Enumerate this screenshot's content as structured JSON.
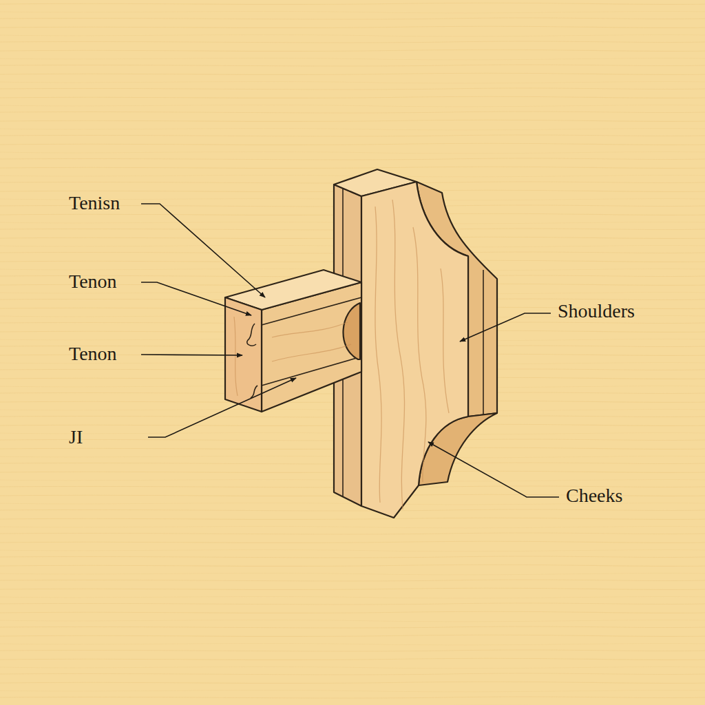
{
  "diagram": {
    "labels": [
      "Tenisn",
      "Tenon",
      "Tenon",
      "JI",
      "Shoulders",
      "Cheeks"
    ]
  }
}
